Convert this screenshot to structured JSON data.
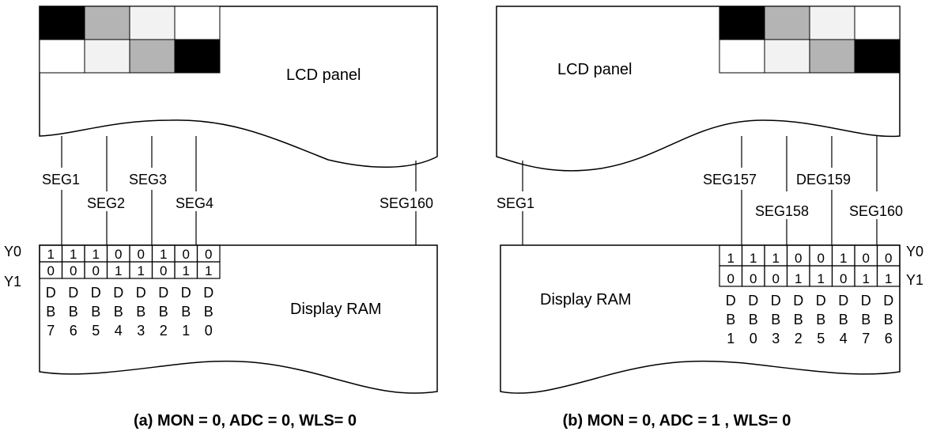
{
  "colors": {
    "black": "#000000",
    "gray": "#b4b4b4",
    "light": "#f2f2f2",
    "white": "#ffffff"
  },
  "diagram_a": {
    "panel_label": "LCD panel",
    "ram_label": "Display RAM",
    "caption": "(a) MON = 0, ADC = 0, WLS= 0",
    "pixel_rows": [
      [
        "black",
        "gray",
        "light",
        "white"
      ],
      [
        "white",
        "light",
        "gray",
        "black"
      ]
    ],
    "seg_labels": [
      "SEG1",
      "SEG2",
      "SEG3",
      "SEG4",
      "SEG160"
    ],
    "row_labels": [
      "Y0",
      "Y1"
    ],
    "y0_bits": [
      "1",
      "1",
      "1",
      "0",
      "0",
      "1",
      "0",
      "0"
    ],
    "y1_bits": [
      "0",
      "0",
      "0",
      "1",
      "1",
      "0",
      "1",
      "1"
    ],
    "db_numbers": [
      "7",
      "6",
      "5",
      "4",
      "3",
      "2",
      "1",
      "0"
    ],
    "d_letter": "D",
    "b_letter": "B"
  },
  "diagram_b": {
    "panel_label": "LCD panel",
    "ram_label": "Display RAM",
    "caption": "(b) MON = 0, ADC = 1 , WLS= 0",
    "pixel_rows": [
      [
        "black",
        "gray",
        "light",
        "white"
      ],
      [
        "white",
        "light",
        "gray",
        "black"
      ]
    ],
    "seg_labels": [
      "SEG1",
      "SEG157",
      "SEG158",
      "DEG159",
      "SEG160"
    ],
    "row_labels": [
      "Y0",
      "Y1"
    ],
    "y0_bits": [
      "1",
      "1",
      "1",
      "0",
      "0",
      "1",
      "0",
      "0"
    ],
    "y1_bits": [
      "0",
      "0",
      "0",
      "1",
      "1",
      "0",
      "1",
      "1"
    ],
    "db_numbers": [
      "1",
      "0",
      "3",
      "2",
      "5",
      "4",
      "7",
      "6"
    ],
    "d_letter": "D",
    "b_letter": "B"
  }
}
